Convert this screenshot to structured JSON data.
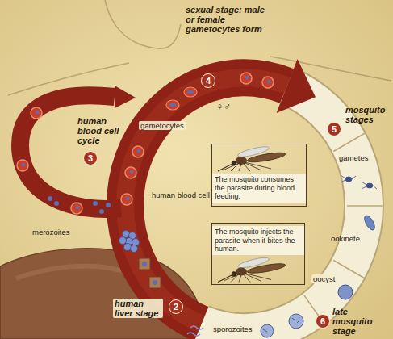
{
  "diagram": {
    "nodes": [
      {
        "text": [
          "4"
        ]
      },
      {
        "text": [
          "5"
        ]
      },
      {
        "text": [
          "3"
        ]
      },
      {
        "text": [
          "The mosquito consumes the parasite during blood feeding."
        ]
      },
      {
        "text": [
          "The mosquito injects the parasite when it bites the human."
        ]
      },
      {
        "text": [
          "2"
        ]
      },
      {
        "text": [
          "6"
        ]
      }
    ],
    "labels": [
      "sexual stage: male or female gametocytes form",
      "♀♂",
      "gametocytes",
      "mosquito stages",
      "human blood cell cycle",
      "gametes",
      "human blood cell",
      "merozoites",
      "ookinete",
      "oocyst",
      "human liver stage",
      "late mosquito stage",
      "sporozoites"
    ]
  }
}
